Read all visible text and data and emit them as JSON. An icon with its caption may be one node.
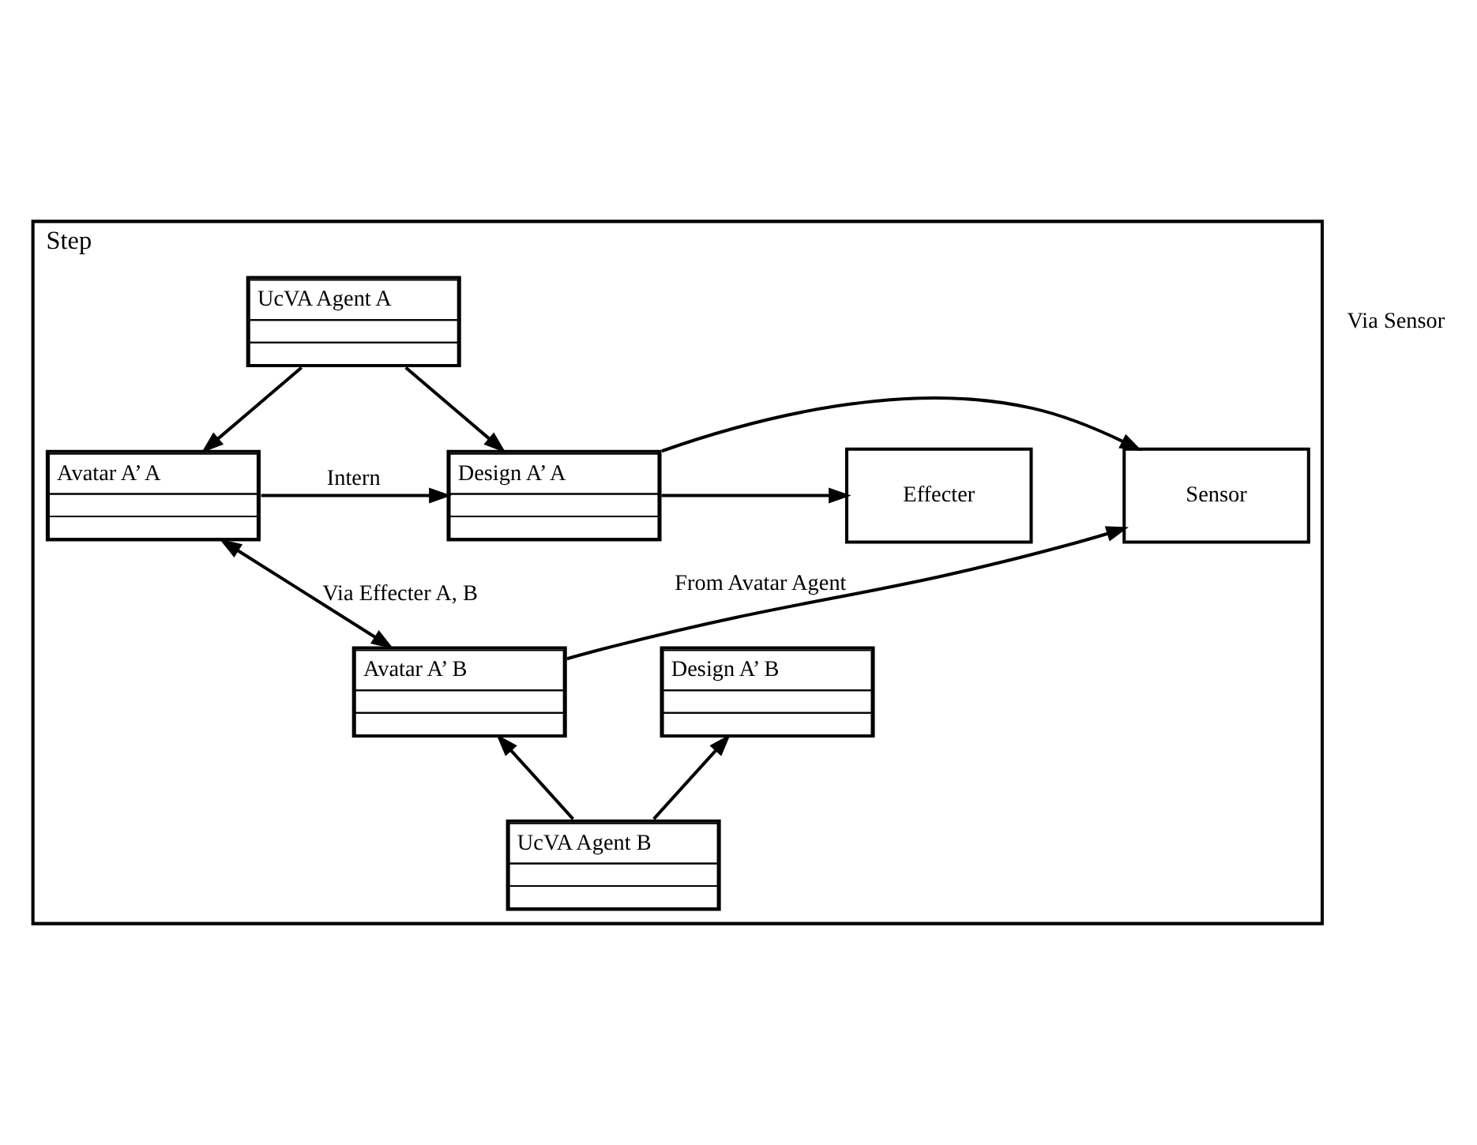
{
  "diagram": {
    "nodes": [
      {
        "text": [
          "Step"
        ]
      },
      {
        "text": [
          "UcVA Agent A"
        ],
        "in": 0
      },
      {
        "text": [
          "Avatar A’ A"
        ],
        "in": 0
      },
      {
        "text": [
          "Design A’ A"
        ],
        "in": 0
      },
      {
        "text": [
          "Sensor"
        ],
        "in": 0
      },
      {
        "text": [
          "Effecter"
        ],
        "in": 0
      },
      {
        "text": [
          "Avatar A’ B"
        ],
        "in": 0
      },
      {
        "text": [
          "Design A’ B"
        ],
        "in": 0
      },
      {
        "text": [
          "UcVA Agent B"
        ],
        "in": 0
      }
    ],
    "edges": [
      {
        "from": 1,
        "to": 2,
        "arrow": "to"
      },
      {
        "from": 1,
        "to": 3,
        "arrow": "to"
      },
      {
        "from": 2,
        "to": 3,
        "arrow": "to",
        "label": "Intern"
      },
      {
        "from": 3,
        "to": 4,
        "arrow": "to"
      },
      {
        "from": 3,
        "to": 5,
        "arrow": "to"
      },
      {
        "from": 2,
        "to": 6,
        "arrow": "both",
        "label": "Via Effecter A, B"
      },
      {
        "from": 8,
        "to": 6,
        "arrow": "to"
      },
      {
        "from": 8,
        "to": 7,
        "arrow": "to"
      },
      {
        "from": 6,
        "to": 4,
        "arrow": "to",
        "label": "From Avatar Agent"
      }
    ],
    "labels": [
      "Via Sensor"
    ]
  }
}
